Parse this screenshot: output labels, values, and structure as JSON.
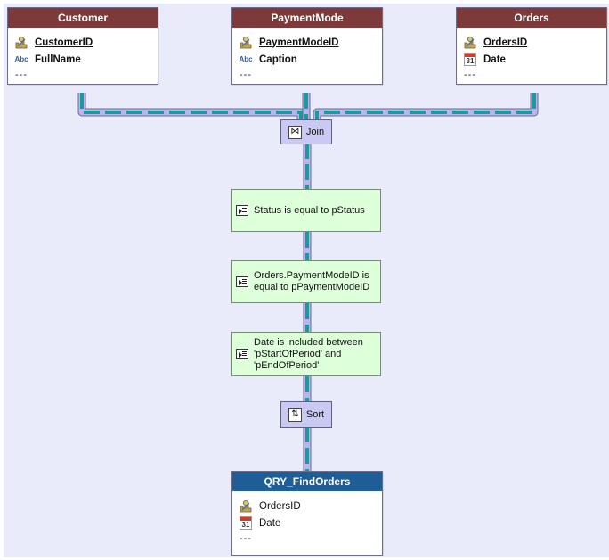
{
  "tables": {
    "customer": {
      "title": "Customer",
      "fields": [
        {
          "name": "CustomerID",
          "icon": "key-icon"
        },
        {
          "name": "FullName",
          "icon": "text-abc-icon"
        }
      ],
      "more": "---"
    },
    "paymentmode": {
      "title": "PaymentMode",
      "fields": [
        {
          "name": "PaymentModeID",
          "icon": "key-icon"
        },
        {
          "name": "Caption",
          "icon": "text-abc-icon"
        }
      ],
      "more": "---"
    },
    "orders": {
      "title": "Orders",
      "fields": [
        {
          "name": "OrdersID",
          "icon": "key-icon"
        },
        {
          "name": "Date",
          "icon": "calendar-icon"
        }
      ],
      "more": "---"
    }
  },
  "icons": {
    "abc": "Abc",
    "calendar_day": "31"
  },
  "operations": {
    "join": "Join",
    "sort": "Sort"
  },
  "conditions": [
    "Status  is equal to pStatus",
    "Orders.PaymentModeID  is equal to pPaymentModeID",
    "Date  is included between 'pStartOfPeriod' and 'pEndOfPeriod'"
  ],
  "result": {
    "title": "QRY_FindOrders",
    "fields": [
      {
        "name": "OrdersID",
        "icon": "key-icon"
      },
      {
        "name": "Date",
        "icon": "calendar-icon"
      }
    ],
    "more": "---"
  },
  "colors": {
    "canvas": "#e9eafa",
    "table_header": "#7e3a3a",
    "result_header": "#1f5d96",
    "condition_fill": "#ddffd9",
    "operation_fill": "#c9c9f2",
    "link_teal": "#1a9a9a",
    "link_lavender": "#b9b4f0"
  }
}
